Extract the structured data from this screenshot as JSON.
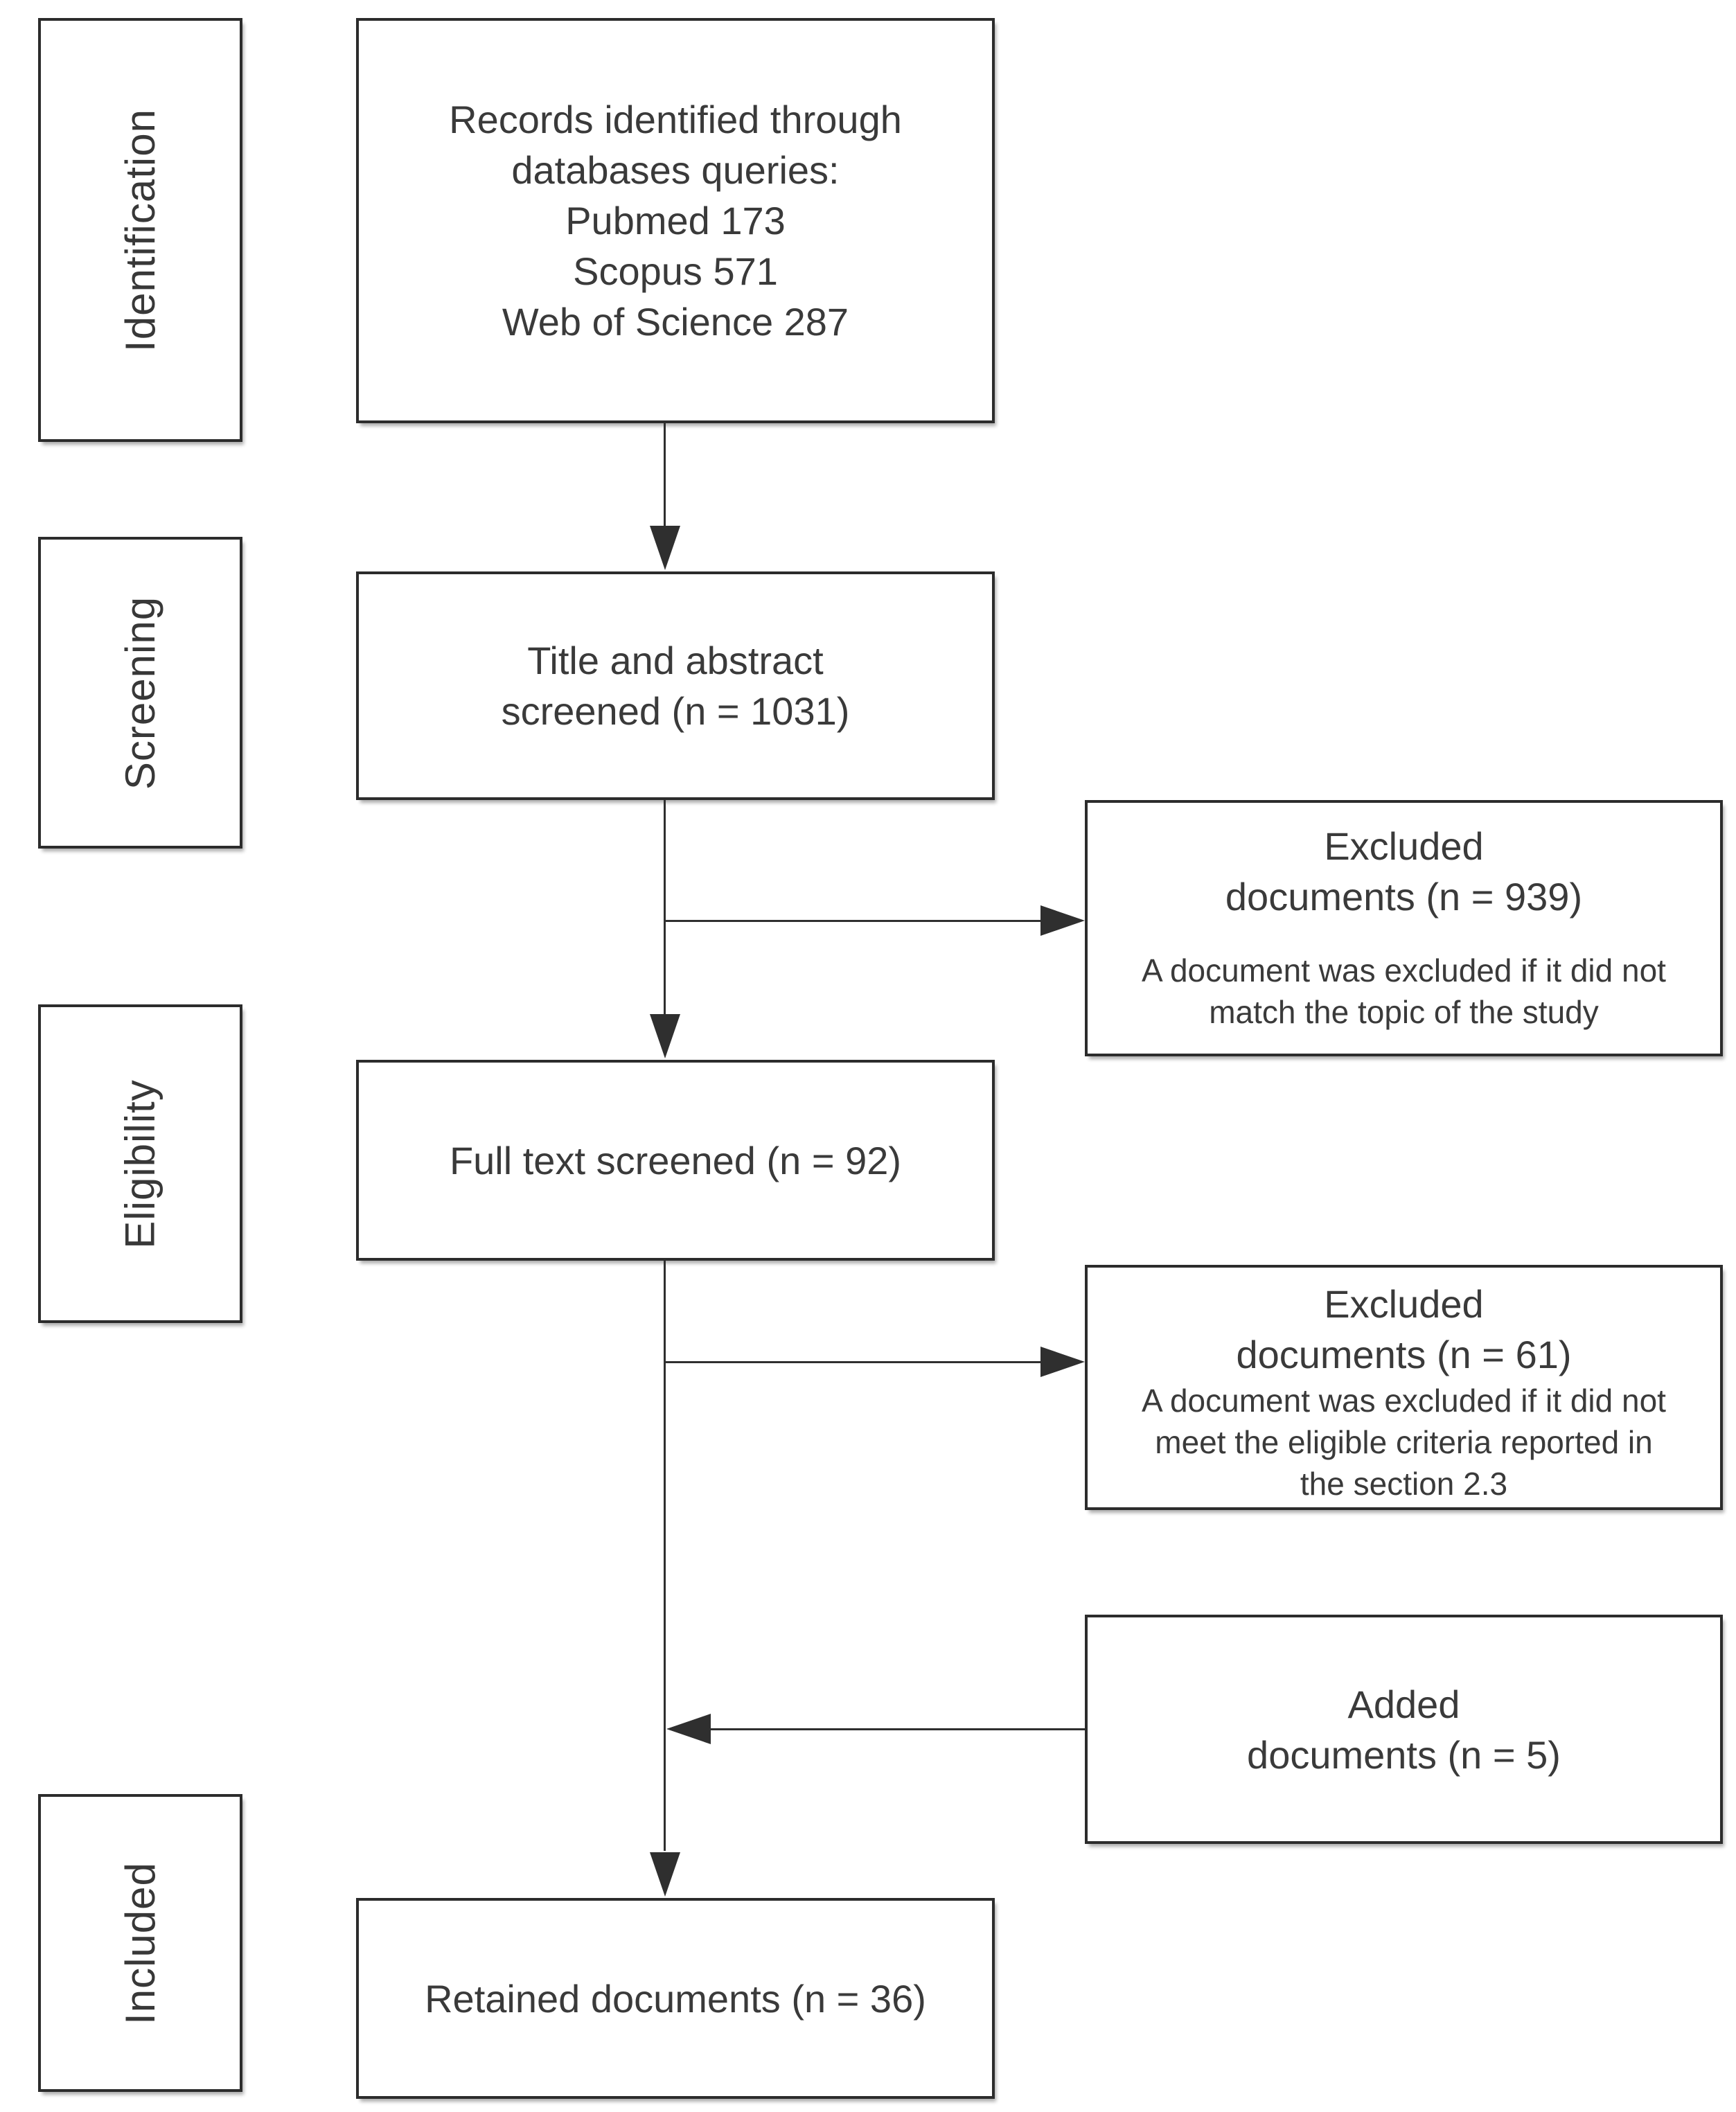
{
  "colors": {
    "background": "#ffffff",
    "box_border": "#2c2c2c",
    "connector": "#2f2f2f",
    "text": "#3a3a3a"
  },
  "sidebar": {
    "items": [
      {
        "label": "Identification"
      },
      {
        "label": "Screening"
      },
      {
        "label": "Eligibility"
      },
      {
        "label": "Included"
      }
    ]
  },
  "flow": {
    "records": {
      "lines": [
        "Records identified through",
        "databases queries:",
        "Pubmed 173",
        "Scopus 571",
        "Web of Science 287"
      ]
    },
    "title_abstract": {
      "lines": [
        "Title and abstract",
        "screened (n = 1031)"
      ]
    },
    "full_text": {
      "label": "Full text screened (n = 92)"
    },
    "retained": {
      "label": "Retained documents (n = 36)"
    }
  },
  "side": {
    "excluded_1": {
      "heading_lines": [
        "Excluded",
        "documents (n = 939)"
      ],
      "note_lines": [
        "A document was excluded if it did not",
        "match the topic of the study"
      ]
    },
    "excluded_2": {
      "heading_lines": [
        "Excluded",
        "documents (n = 61)"
      ],
      "note_lines": [
        "A document was excluded if it did not",
        "meet the eligible criteria reported in",
        "the section 2.3"
      ]
    },
    "added": {
      "heading_lines": [
        "Added",
        "documents (n = 5)"
      ]
    }
  }
}
